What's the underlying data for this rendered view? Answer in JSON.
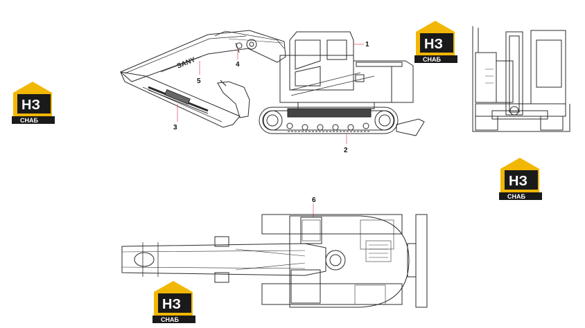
{
  "callouts": [
    {
      "id": "1",
      "label": "1"
    },
    {
      "id": "2",
      "label": "2"
    },
    {
      "id": "3",
      "label": "3"
    },
    {
      "id": "4",
      "label": "4"
    },
    {
      "id": "5",
      "label": "5"
    },
    {
      "id": "6",
      "label": "6"
    }
  ],
  "boom_brand": "SANY",
  "watermark": {
    "letters": "НЗ",
    "caption": "СНАБ",
    "colors": {
      "roof": "#f2b705",
      "body": "#1a1a1a",
      "text": "#ffffff"
    }
  },
  "colors": {
    "line": "#2a2a2a",
    "leader": "#e06070",
    "background": "#ffffff"
  }
}
